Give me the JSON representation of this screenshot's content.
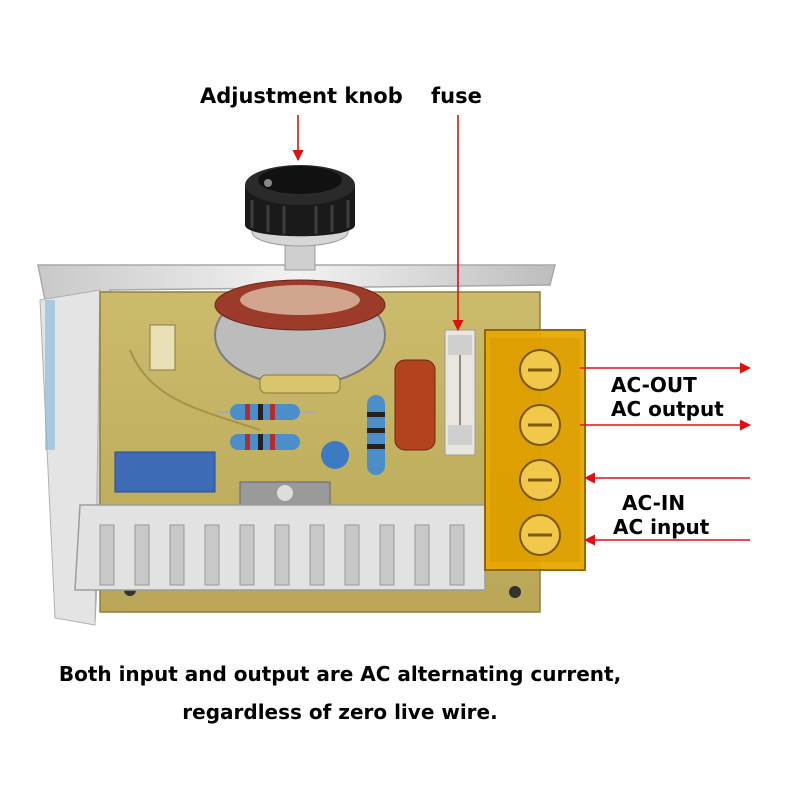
{
  "labels": {
    "knob": "Adjustment knob",
    "fuse": "fuse",
    "ac_out": "AC-OUT",
    "ac_output": "AC output",
    "ac_in": "AC-IN",
    "ac_input": "AC input"
  },
  "caption": {
    "line1": "Both input and output are AC alternating current,",
    "line2": "regardless of zero live wire."
  },
  "colors": {
    "arrow": "#e01010",
    "pcb": "#c8b86a",
    "heatsink": "#d8d8d8",
    "terminal_cover": "#e8a800",
    "enclosure": "#d9d9d9"
  }
}
